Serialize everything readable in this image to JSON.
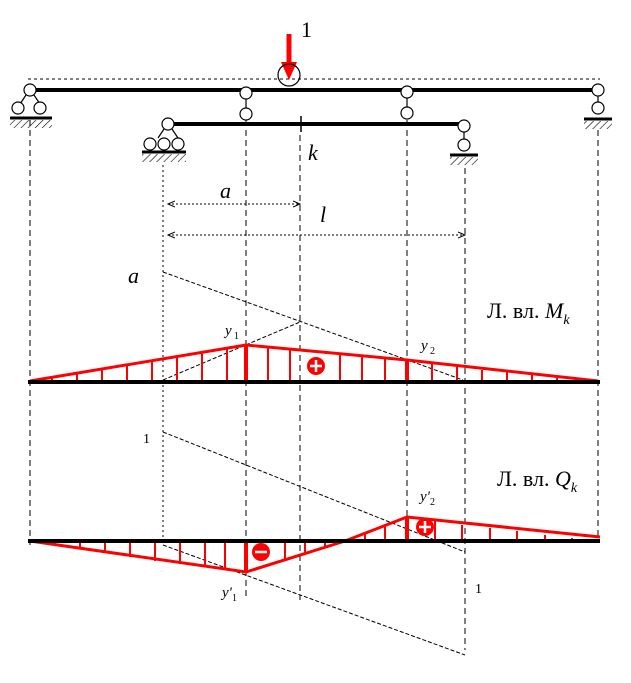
{
  "load": {
    "value": "1",
    "color": "#ff0000"
  },
  "labels": {
    "section": "k",
    "dim_a": "a",
    "dim_l": "l",
    "ordinate_a": "a",
    "ordinate_one_top": "1",
    "ordinate_one_bottom": "1",
    "y1": "y",
    "y1_sub": "1",
    "y2": "y",
    "y2_sub": "2",
    "y1p": "y'",
    "y1p_sub": "1",
    "y2p": "y'",
    "y2p_sub": "2"
  },
  "influence_lines": {
    "moment": {
      "title_prefix": "Л. вл. ",
      "title_symbol": "M",
      "title_sub": "k",
      "sign": "plus"
    },
    "shear": {
      "title_prefix": "Л. вл. ",
      "title_symbol": "Q",
      "title_sub": "k",
      "sign": "minus",
      "sign2": "plus"
    }
  },
  "colors": {
    "influence": "#ff0000",
    "structure": "#000000",
    "background": "#ffffff"
  }
}
